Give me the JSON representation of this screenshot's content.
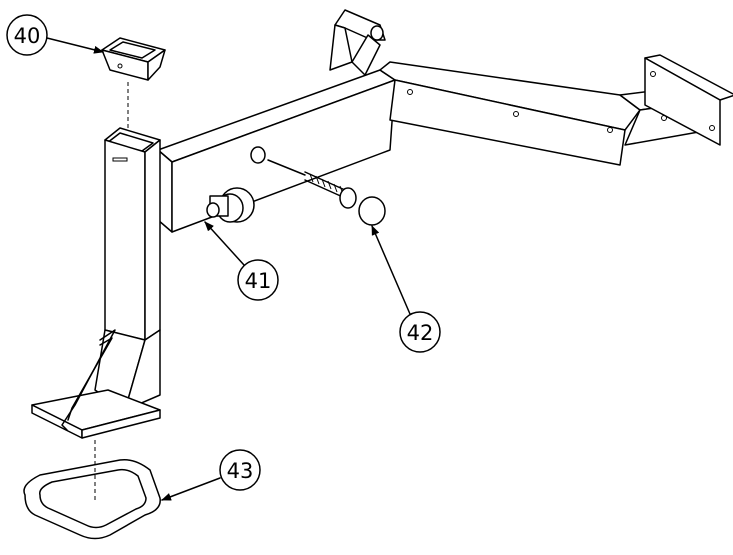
{
  "callouts": [
    {
      "id": "40",
      "label": "40"
    },
    {
      "id": "41",
      "label": "41"
    },
    {
      "id": "42",
      "label": "42"
    },
    {
      "id": "43",
      "label": "43"
    }
  ]
}
